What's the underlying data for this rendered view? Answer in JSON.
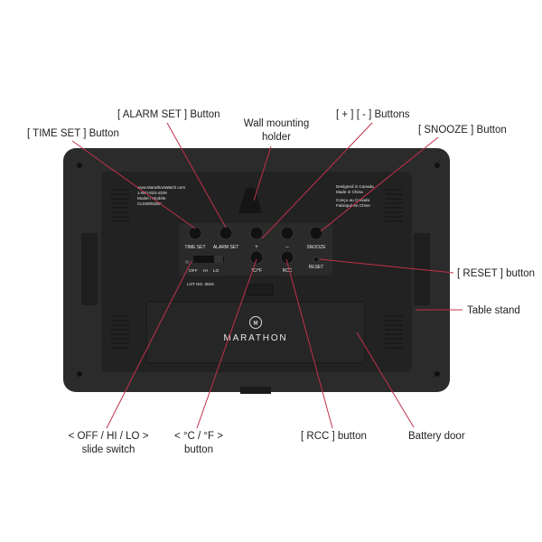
{
  "device": {
    "brand": "MARATHON",
    "info_left": [
      "www.MarathonWatch.com",
      "1-800-833-4329",
      "Model / Modèle",
      "CL030052BK"
    ],
    "info_right": [
      "Designed in Canada",
      "Made in China",
      "",
      "Conçu au Canada",
      "Fabriqué en Chine"
    ],
    "lot": "LOT NO. 0815",
    "buttons": {
      "time_set": "TIME SET",
      "alarm_set": "ALARM SET",
      "plus": "+",
      "minus": "–",
      "snooze": "SNOOZE",
      "temp_unit": "°C/°F",
      "rcc": "RCC",
      "reset": "RESET"
    },
    "switch": {
      "off": "OFF",
      "hi": "HI",
      "lo": "LO"
    }
  },
  "callouts": {
    "alarm_set": "[ ALARM SET ] Button",
    "time_set": "[ TIME SET ] Button",
    "wall_mount": [
      "Wall mounting",
      "holder"
    ],
    "plus_minus": "[ + ] [ - ] Buttons",
    "snooze": "[ SNOOZE ] Button",
    "reset": "[ RESET ] button",
    "table_stand": "Table stand",
    "slide_switch": [
      "< OFF / HI / LO >",
      "slide switch"
    ],
    "temp_unit": [
      "< °C / °F >",
      "button"
    ],
    "rcc": "[ RCC ] button",
    "battery_door": "Battery door"
  },
  "colors": {
    "leader": "#c0314a",
    "body": "#2b2b2b",
    "panel": "#232323",
    "text": "#222222"
  }
}
